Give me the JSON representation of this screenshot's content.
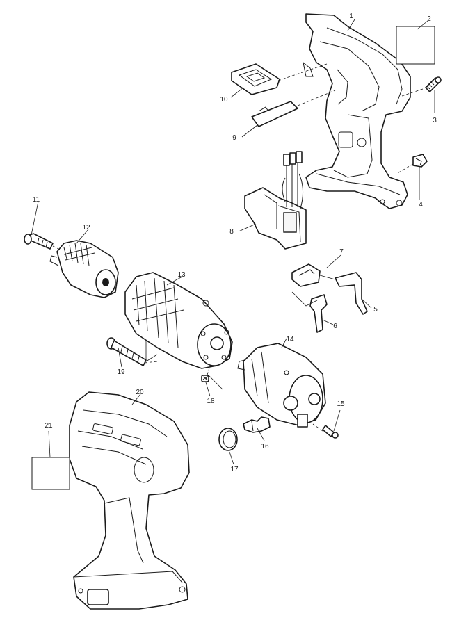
{
  "diagram": {
    "type": "exploded-parts-view",
    "parts": [
      {
        "id": "part-1",
        "number": "1"
      },
      {
        "id": "part-2",
        "number": "2"
      },
      {
        "id": "part-3",
        "number": "3"
      },
      {
        "id": "part-4",
        "number": "4"
      },
      {
        "id": "part-5",
        "number": "5"
      },
      {
        "id": "part-6",
        "number": "6"
      },
      {
        "id": "part-7",
        "number": "7"
      },
      {
        "id": "part-8",
        "number": "8"
      },
      {
        "id": "part-9",
        "number": "9"
      },
      {
        "id": "part-10",
        "number": "10"
      },
      {
        "id": "part-11",
        "number": "11"
      },
      {
        "id": "part-12",
        "number": "12"
      },
      {
        "id": "part-13",
        "number": "13"
      },
      {
        "id": "part-14",
        "number": "14"
      },
      {
        "id": "part-15",
        "number": "15"
      },
      {
        "id": "part-16",
        "number": "16"
      },
      {
        "id": "part-17",
        "number": "17"
      },
      {
        "id": "part-18",
        "number": "18"
      },
      {
        "id": "part-19",
        "number": "19"
      },
      {
        "id": "part-20",
        "number": "20"
      },
      {
        "id": "part-21",
        "number": "21"
      }
    ]
  }
}
